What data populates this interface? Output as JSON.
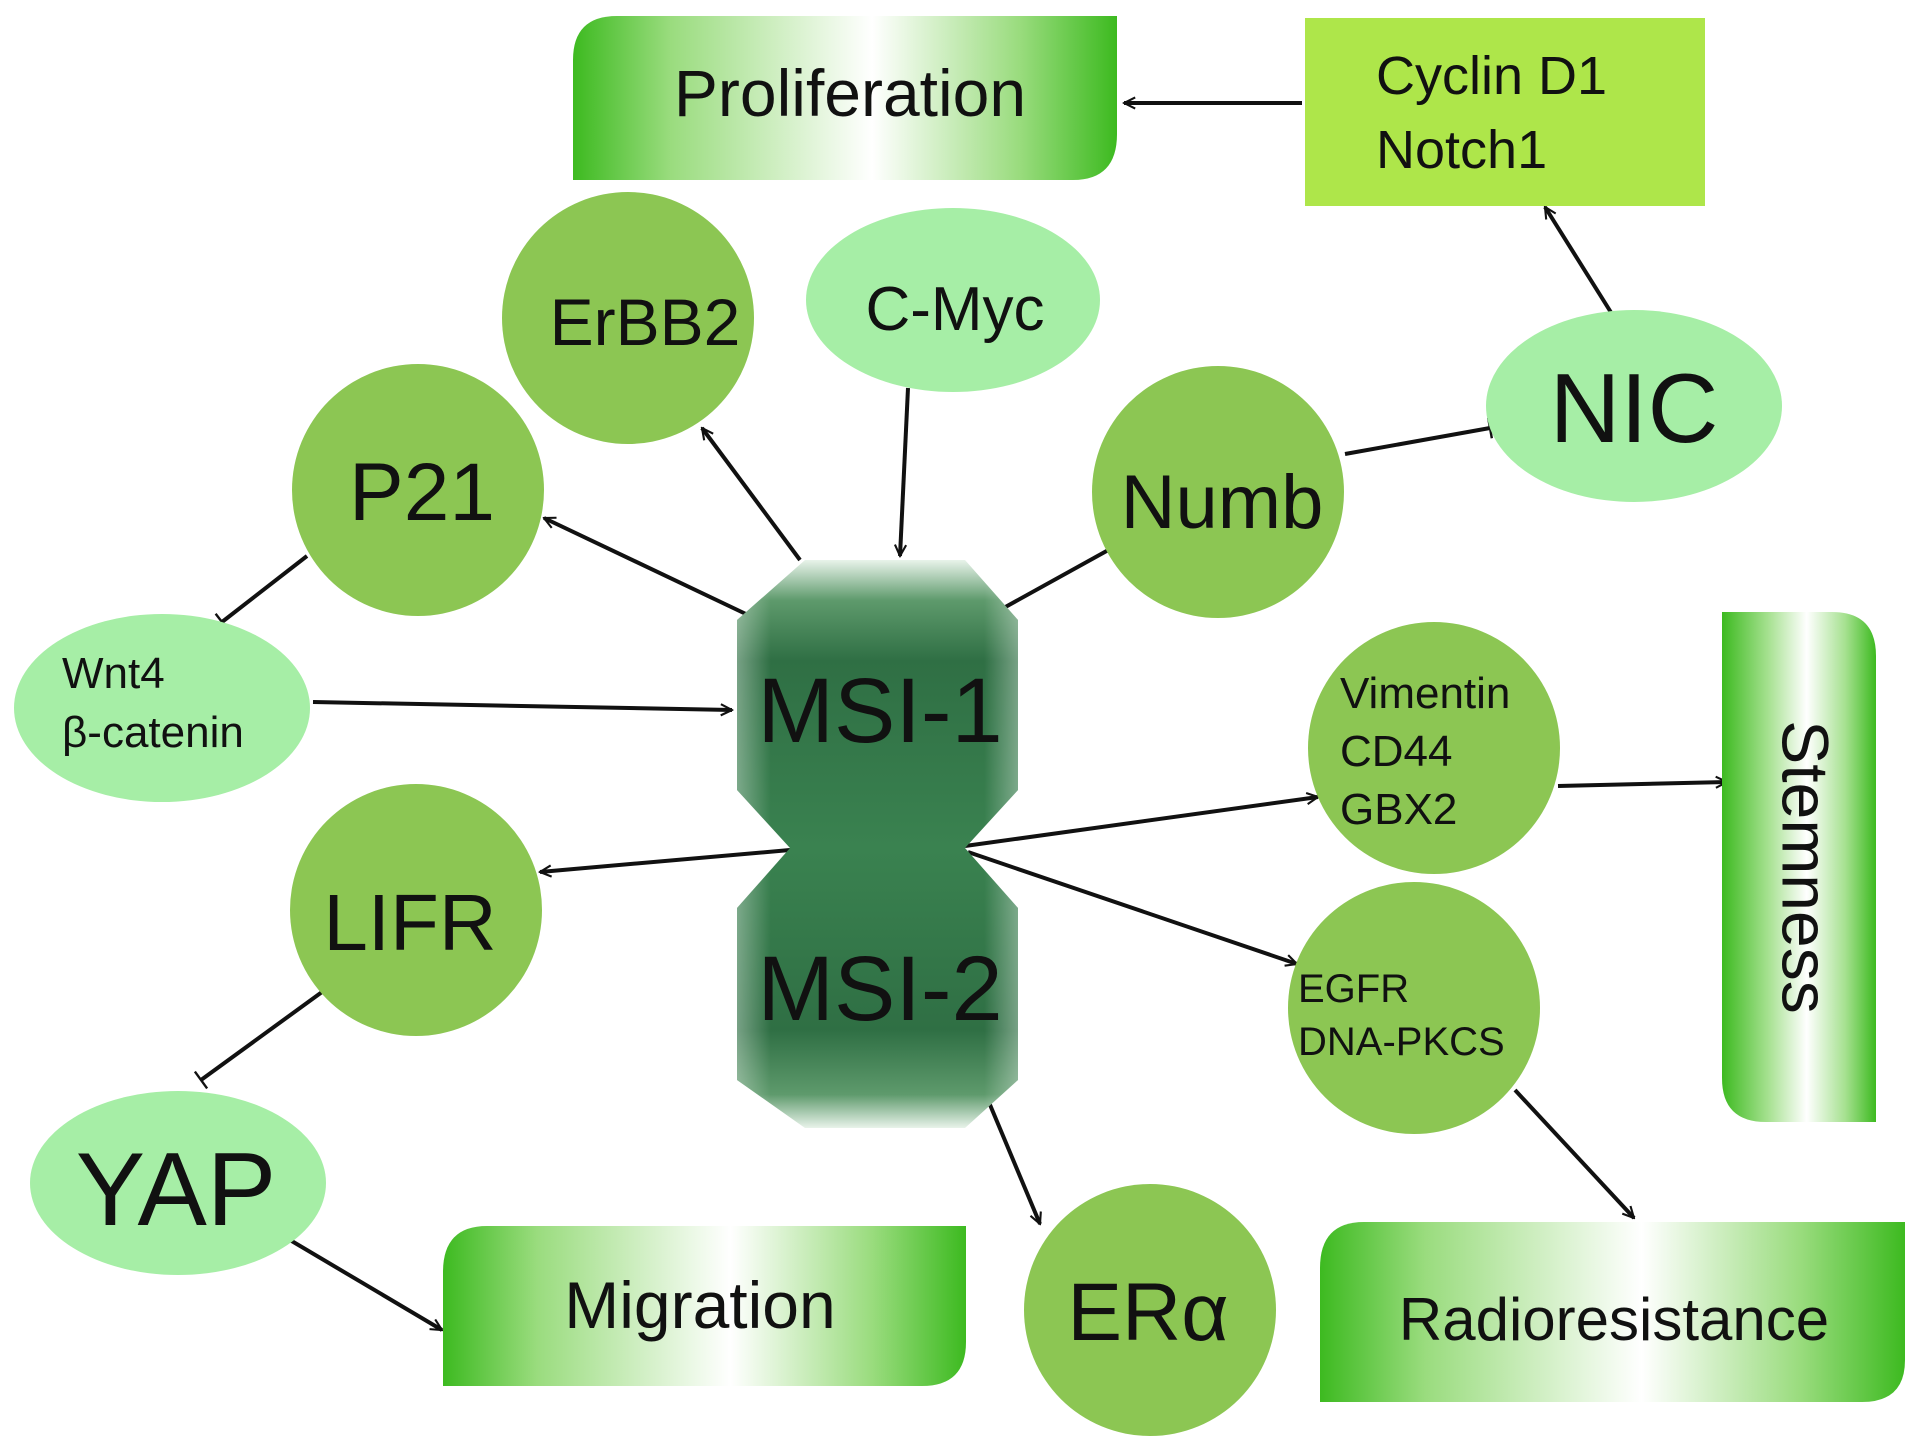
{
  "colors": {
    "circle_mid": "#8CC653",
    "circle_light": "#A6EEA6",
    "msi_dark": "#2E6E43",
    "msi_mid": "#3F8857",
    "outcome_green": "#3DBA20",
    "box_lime": "#AEE64A",
    "text": "#111111",
    "arrow": "#111111"
  },
  "outcomes": {
    "proliferation": "Proliferation",
    "migration": "Migration",
    "radioresistance": "Radioresistance",
    "stemness": "Stemness"
  },
  "nodes": {
    "cyclin_box": {
      "line1": "Cyclin D1",
      "line2": "Notch1"
    },
    "erbb2": "ErBB2",
    "cmyc": "C-Myc",
    "p21": "P21",
    "numb": "Numb",
    "nic": "NIC",
    "wnt4": {
      "line1": "Wnt4",
      "line2": "β-catenin"
    },
    "msi1": "MSI-1",
    "msi2": "MSI-2",
    "vimentin": {
      "line1": "Vimentin",
      "line2": "CD44",
      "line3": "GBX2"
    },
    "lifr": "LIFR",
    "egfr": {
      "line1": "EGFR",
      "line2": "DNA-PKCS"
    },
    "yap": "YAP",
    "era": "ERα"
  }
}
